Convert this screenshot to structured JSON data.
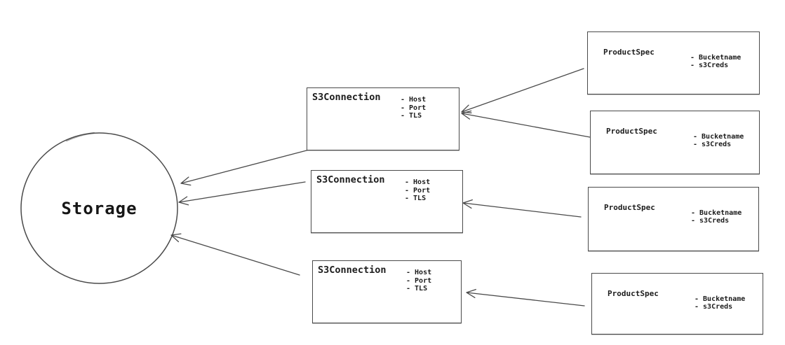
{
  "storage": {
    "label": "Storage"
  },
  "s3_connections": [
    {
      "title": "S3Connection",
      "attributes": [
        "- Host",
        "- Port",
        "- TLS"
      ]
    },
    {
      "title": "S3Connection",
      "attributes": [
        "- Host",
        "- Port",
        "- TLS"
      ]
    },
    {
      "title": "S3Connection",
      "attributes": [
        "- Host",
        "- Port",
        "- TLS"
      ]
    }
  ],
  "product_specs": [
    {
      "title": "ProductSpec",
      "attributes": [
        "- Bucketname",
        "- s3Creds"
      ]
    },
    {
      "title": "ProductSpec",
      "attributes": [
        "- Bucketname",
        "- s3Creds"
      ]
    },
    {
      "title": "ProductSpec",
      "attributes": [
        "- Bucketname",
        "- s3Creds"
      ]
    },
    {
      "title": "ProductSpec",
      "attributes": [
        "- Bucketname",
        "- s3Creds"
      ]
    }
  ],
  "colors": {
    "stroke": "#4a4a4a",
    "text": "#1c1c1c",
    "background": "#ffffff"
  }
}
